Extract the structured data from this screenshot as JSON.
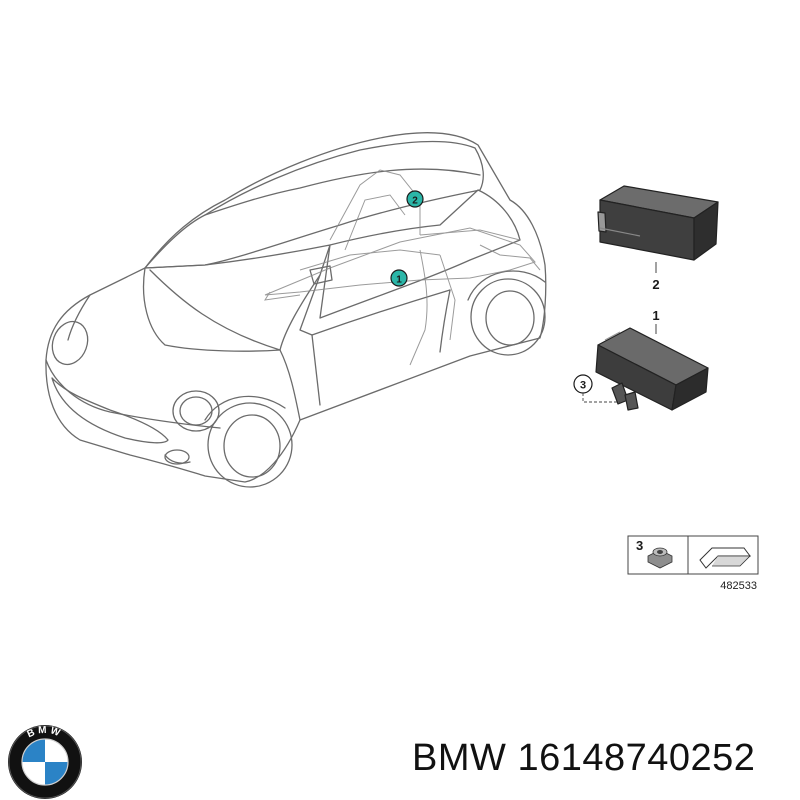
{
  "callouts": {
    "car_1": "1",
    "car_2": "2",
    "part_1": "1",
    "part_2": "2",
    "part_3": "3"
  },
  "legend": {
    "item_number": "3",
    "diagram_code": "482533"
  },
  "footer": {
    "brand": "BMW",
    "part_number": "16148740252"
  },
  "logo": {
    "lettering": "BMW",
    "colors": {
      "ring": "#111111",
      "blue": "#2b83c6",
      "white": "#ffffff"
    }
  },
  "colors": {
    "callout_fill": "#2bb6a8",
    "line": "#555555"
  }
}
